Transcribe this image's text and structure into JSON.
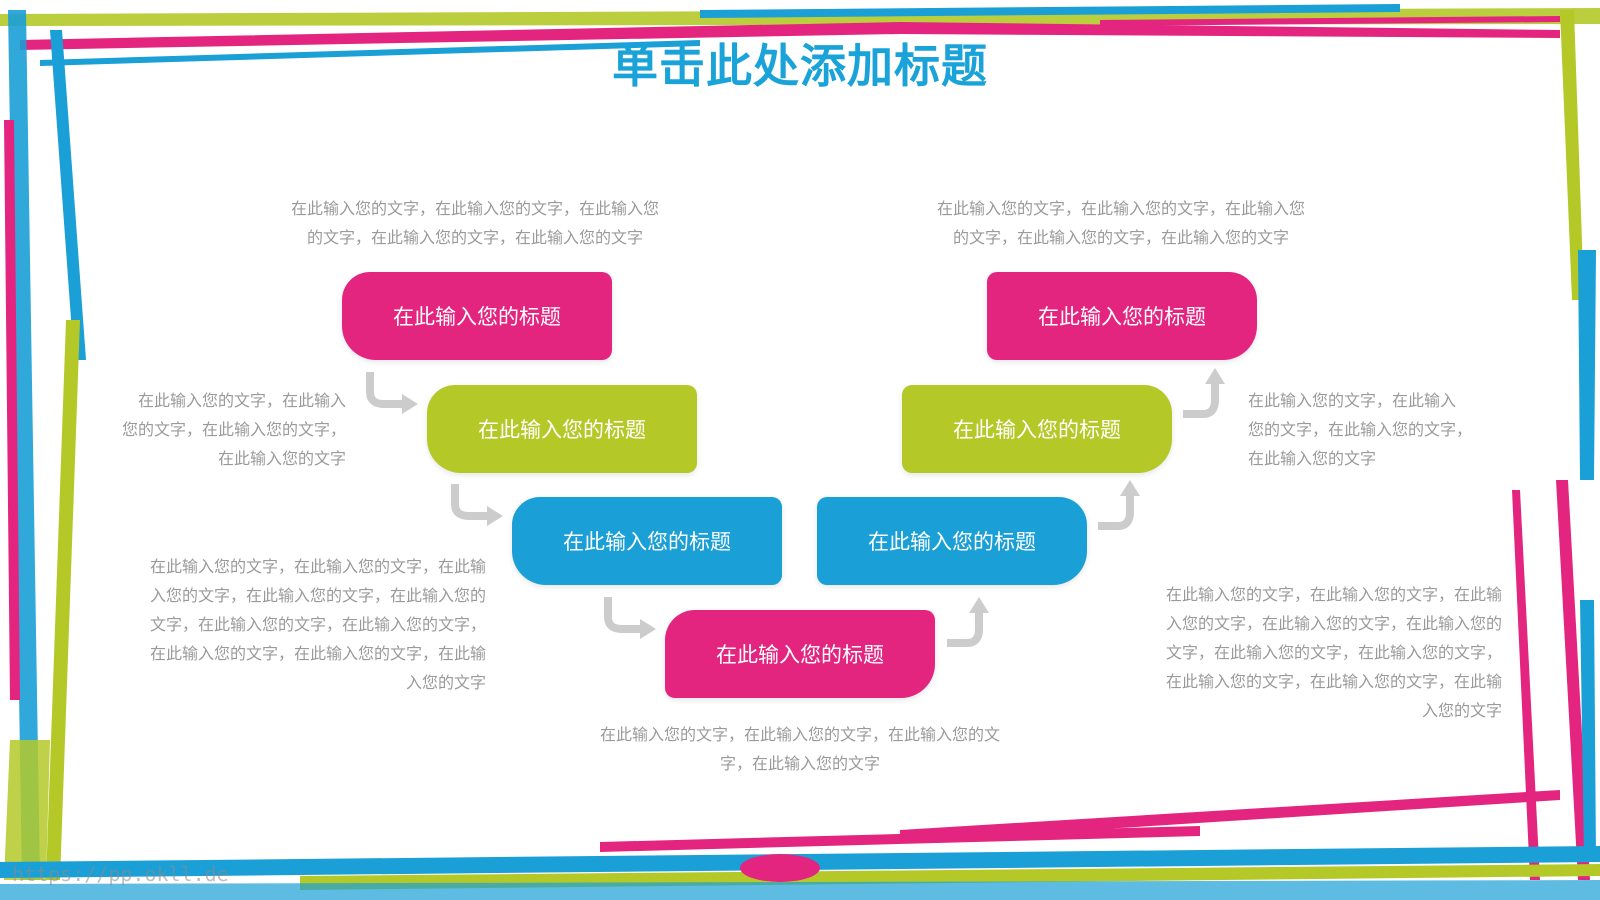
{
  "title": "单击此处添加标题",
  "colors": {
    "pink": "#e32580",
    "green": "#b4c928",
    "blue": "#1a9fd6",
    "title": "#1aa3d8"
  },
  "boxes": {
    "l1": "在此输入您的标题",
    "l2": "在此输入您的标题",
    "l3": "在此输入您的标题",
    "bottom": "在此输入您的标题",
    "r3": "在此输入您的标题",
    "r2": "在此输入您的标题",
    "r1": "在此输入您的标题"
  },
  "texts": {
    "top_left": [
      "在此输入您的文字，在此输入您的文字，在此输入您",
      "的文字，在此输入您的文字，在此输入您的文字"
    ],
    "top_right": [
      "在此输入您的文字，在此输入您的文字，在此输入您",
      "的文字，在此输入您的文字，在此输入您的文字"
    ],
    "mid_left": [
      "在此输入您的文字，在此输入",
      "您的文字，在此输入您的文字，",
      "在此输入您的文字"
    ],
    "mid_right": [
      "在此输入您的文字，在此输入",
      "您的文字，在此输入您的文字，",
      "在此输入您的文字"
    ],
    "low_left": [
      "在此输入您的文字，在此输入您的文字，在此输",
      "入您的文字，在此输入您的文字，在此输入您的",
      "文字，在此输入您的文字，在此输入您的文字，",
      "在此输入您的文字，在此输入您的文字，在此输",
      "入您的文字"
    ],
    "low_right": [
      "在此输入您的文字，在此输入您的文字，在此输",
      "入您的文字，在此输入您的文字，在此输入您的",
      "文字，在此输入您的文字，在此输入您的文字，",
      "在此输入您的文字，在此输入您的文字，在此输",
      "入您的文字"
    ],
    "bottom": [
      "在此输入您的文字，在此输入您的文字，在此输入您的文",
      "字，在此输入您的文字"
    ]
  },
  "watermark": "https://pp.okll.de"
}
